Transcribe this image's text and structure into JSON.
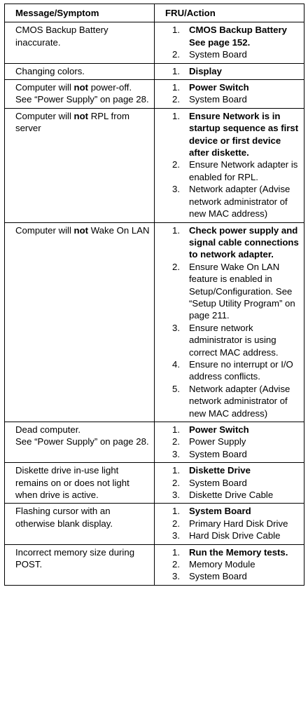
{
  "header": {
    "col1": "Message/Symptom",
    "col2": "FRU/Action"
  },
  "rows": [
    {
      "symptom": [
        [
          {
            "t": "CMOS Backup Battery inaccurate."
          }
        ]
      ],
      "actions": [
        {
          "text": "CMOS Backup Battery",
          "bold": true,
          "extra": "See page 152."
        },
        {
          "text": "System Board",
          "bold": false
        }
      ]
    },
    {
      "symptom": [
        [
          {
            "t": "Changing colors."
          }
        ]
      ],
      "actions": [
        {
          "text": "Display",
          "bold": true
        }
      ]
    },
    {
      "symptom": [
        [
          {
            "t": "Computer will "
          },
          {
            "t": "not",
            "b": true
          },
          {
            "t": " power-off."
          }
        ],
        [
          {
            "t": "See “Power Supply” on page  28."
          }
        ]
      ],
      "actions": [
        {
          "text": "Power Switch",
          "bold": true
        },
        {
          "text": "System Board",
          "bold": false
        }
      ]
    },
    {
      "symptom": [
        [
          {
            "t": "Computer will "
          },
          {
            "t": "not",
            "b": true
          },
          {
            "t": " RPL from server"
          }
        ]
      ],
      "actions": [
        {
          "text": "Ensure Network is in startup sequence as first device or first device after diskette.",
          "bold": true
        },
        {
          "text": "Ensure Network adapter is enabled for RPL.",
          "bold": false
        },
        {
          "text": "Network adapter (Advise network administrator of new MAC address)",
          "bold": false
        }
      ]
    },
    {
      "symptom": [
        [
          {
            "t": "Computer will "
          },
          {
            "t": "not",
            "b": true
          },
          {
            "t": " Wake On LAN"
          }
        ]
      ],
      "actions": [
        {
          "text": "Check power supply and signal cable connections to network adapter.",
          "bold": true
        },
        {
          "text": "Ensure Wake On LAN feature is enabled in Setup/Configuration. See “Setup Utility Program” on page  211.",
          "bold": false
        },
        {
          "text": "Ensure network administrator is using correct MAC address.",
          "bold": false
        },
        {
          "text": "Ensure no interrupt or I/O address conflicts.",
          "bold": false
        },
        {
          "text": "Network adapter (Advise network administrator of new MAC address)",
          "bold": false
        }
      ]
    },
    {
      "symptom": [
        [
          {
            "t": "Dead computer."
          }
        ],
        [
          {
            "t": "See “Power Supply” on page  28."
          }
        ]
      ],
      "actions": [
        {
          "text": "Power Switch",
          "bold": true
        },
        {
          "text": "Power Supply",
          "bold": false
        },
        {
          "text": "System Board",
          "bold": false
        }
      ]
    },
    {
      "symptom": [
        [
          {
            "t": "Diskette drive in-use light remains on or does not light when drive is active."
          }
        ]
      ],
      "actions": [
        {
          "text": "Diskette Drive",
          "bold": true
        },
        {
          "text": "System Board",
          "bold": false
        },
        {
          "text": "Diskette Drive Cable",
          "bold": false
        }
      ]
    },
    {
      "symptom": [
        [
          {
            "t": "Flashing cursor with an otherwise blank display."
          }
        ]
      ],
      "actions": [
        {
          "text": "System Board",
          "bold": true
        },
        {
          "text": "Primary Hard Disk Drive",
          "bold": false
        },
        {
          "text": "Hard Disk Drive Cable",
          "bold": false
        }
      ]
    },
    {
      "symptom": [
        [
          {
            "t": "Incorrect memory size during POST."
          }
        ]
      ],
      "actions": [
        {
          "text": "Run the Memory tests.",
          "bold": true
        },
        {
          "text": "Memory Module",
          "bold": false
        },
        {
          "text": "System Board",
          "bold": false
        }
      ]
    }
  ]
}
